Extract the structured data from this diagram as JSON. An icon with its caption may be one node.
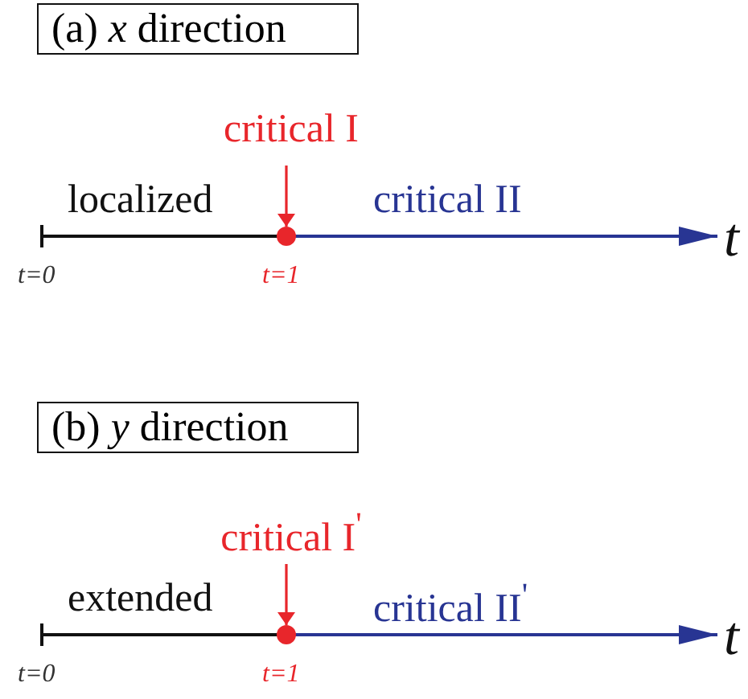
{
  "diagram": {
    "nodes": [
      {
        "text": [
          "(a)  *x* direction"
        ]
      },
      {
        "text": [
          "critical I"
        ]
      },
      {
        "text": [],
        "shape": "circle"
      },
      {
        "text": [
          "(b)  *y* direction"
        ]
      },
      {
        "text": [
          "critical I$^{'}$"
        ]
      },
      {
        "text": [],
        "shape": "circle"
      }
    ],
    "edges": [
      {
        "from": 1,
        "to": 2,
        "arrow": "to"
      },
      {
        "from": 4,
        "to": 5,
        "arrow": "to"
      }
    ],
    "labels": [
      "localized",
      "critical II",
      "t",
      "t=0",
      "t=1",
      "extended",
      "critical II$^{'}$",
      "t",
      "t=0",
      "t=1"
    ]
  }
}
